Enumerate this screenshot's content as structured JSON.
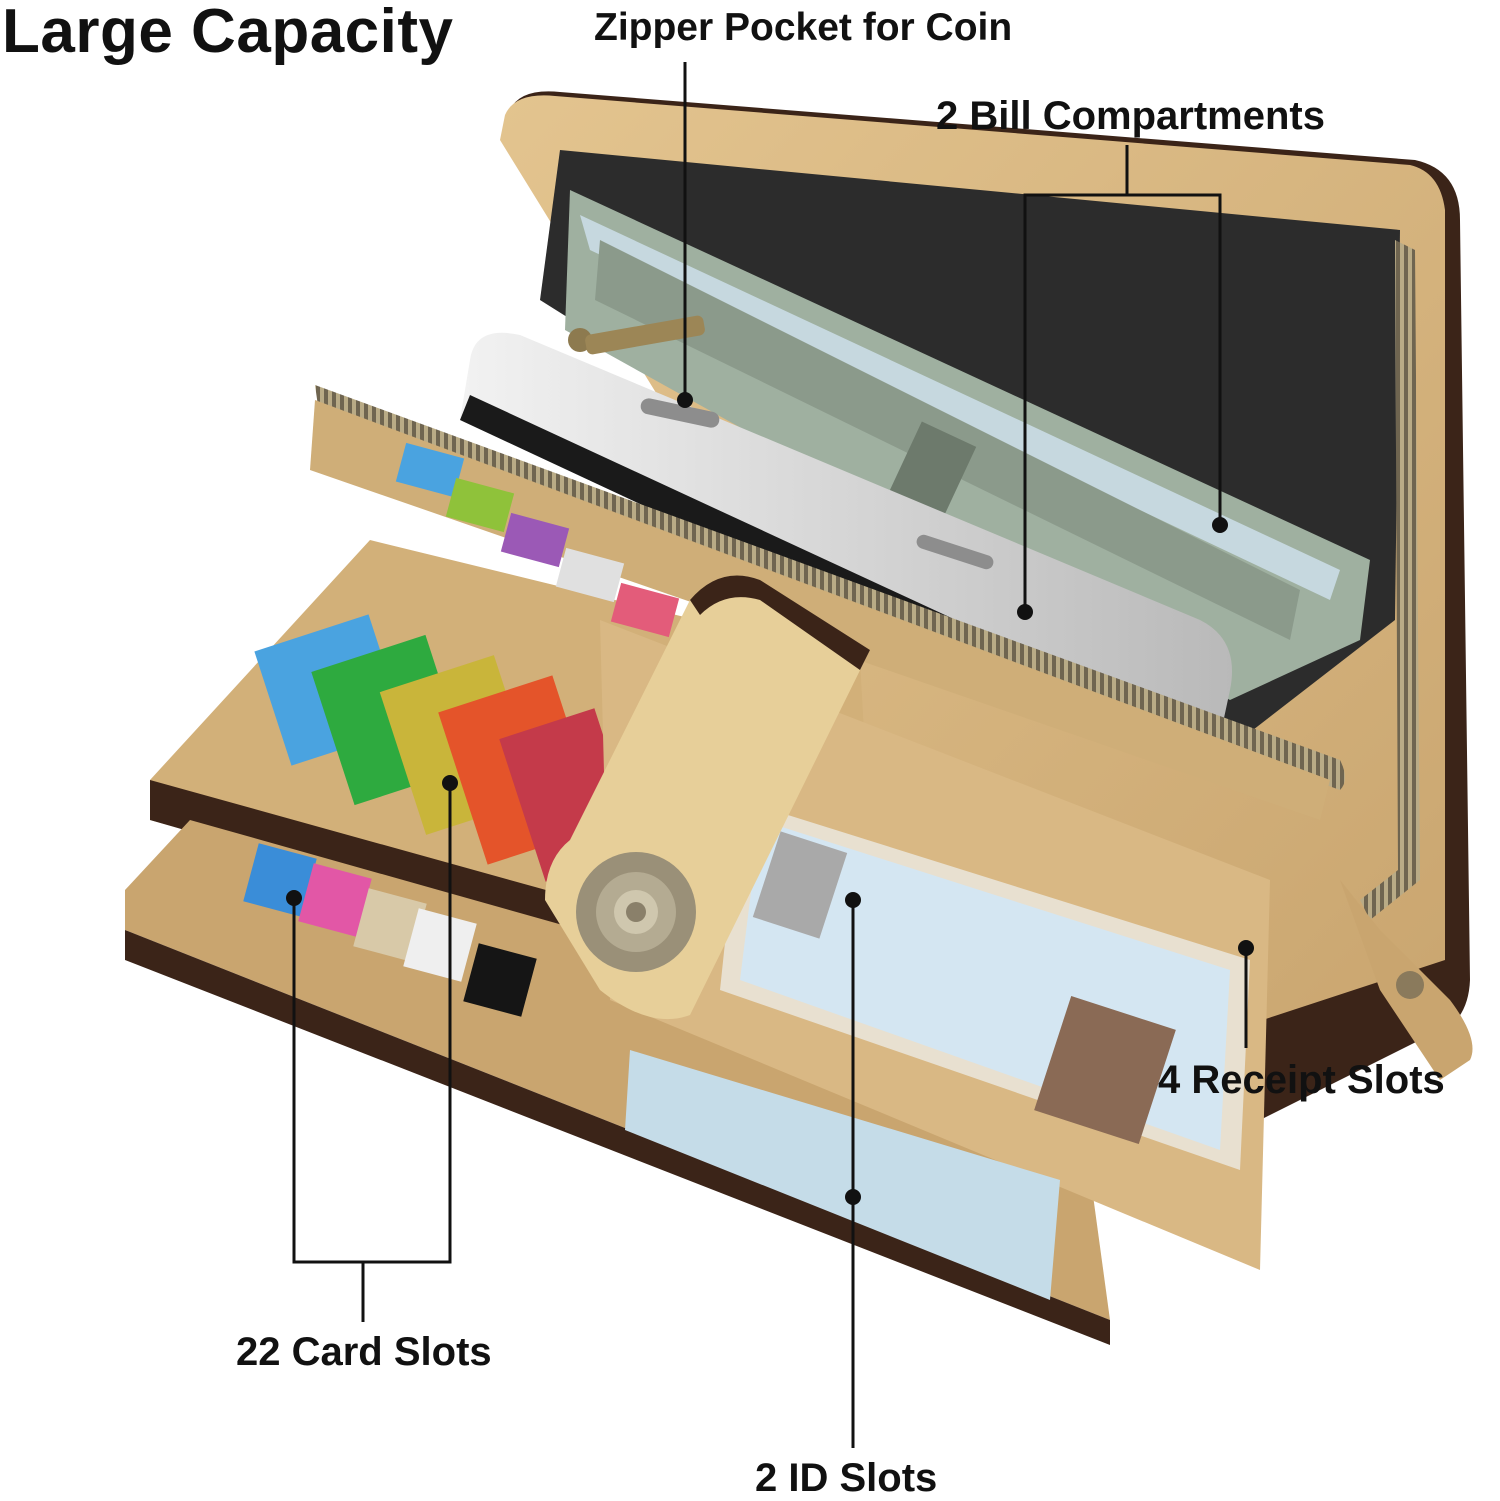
{
  "title": "Large Capacity",
  "callouts": {
    "zipper_pocket": "Zipper Pocket for Coin",
    "bill_compartments": "2 Bill Compartments",
    "card_slots": "22 Card Slots",
    "receipt_slots": "4 Receipt Slots",
    "id_slots": "2 ID Slots"
  },
  "colors": {
    "leather": "#d9b884",
    "leather_dark": "#b8915c",
    "leather_light": "#ecd4a6",
    "edge": "#3b2418",
    "zipper": "#8a7a5c",
    "bill": "#9fb0a0",
    "phone": "#d8d8d8",
    "leader_line": "#111111"
  },
  "icons": {
    "snap_button": "flower-snap-icon"
  }
}
